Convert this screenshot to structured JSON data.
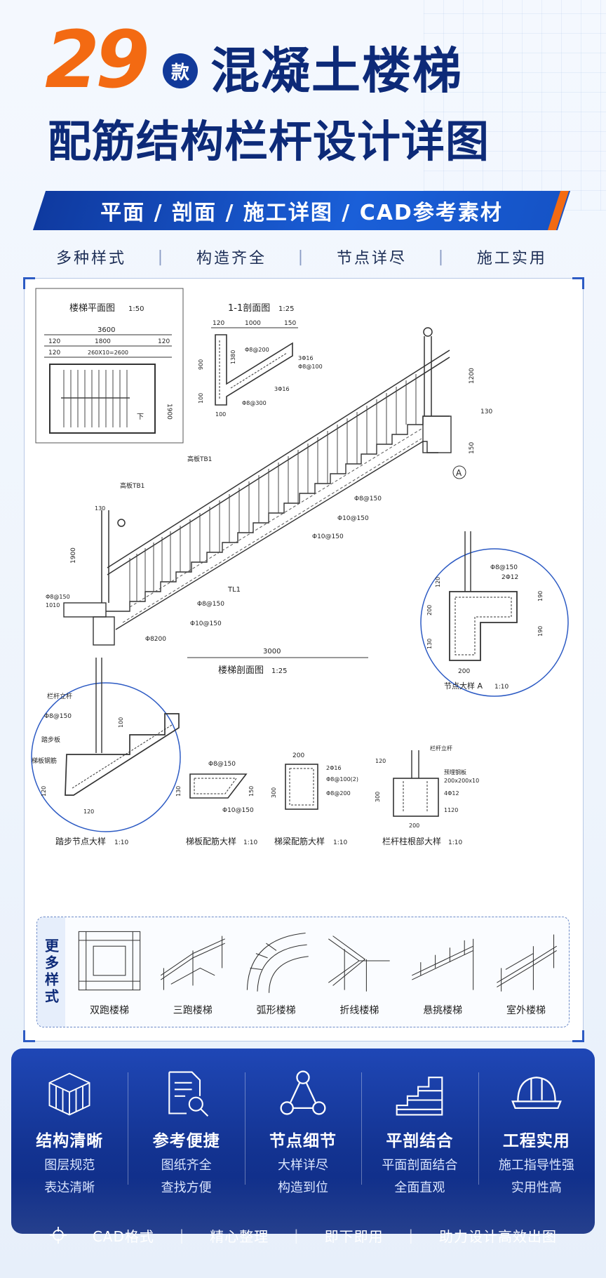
{
  "header": {
    "number": "29",
    "badge": "款",
    "title_line1": "混凝土楼梯",
    "title_line2": "配筋结构栏杆设计详图"
  },
  "banner": {
    "text": "平面 / 剖面 / 施工详图 / CAD参考素材"
  },
  "features": [
    "多种样式",
    "构造齐全",
    "节点详尽",
    "施工实用"
  ],
  "drawing": {
    "plan": {
      "title": "楼梯平面图",
      "scale": "1:50",
      "dims": [
        "3600",
        "120",
        "1800",
        "120",
        "120",
        "260X10=2600",
        "1900",
        "下"
      ]
    },
    "section11": {
      "title": "1-1剖面图",
      "scale": "1:25",
      "dims": [
        "120",
        "1000",
        "150",
        "Φ8@200",
        "3Φ16",
        "Φ8@100",
        "3Φ16",
        "Φ8@300",
        "900",
        "100",
        "100",
        "1380"
      ]
    },
    "main_section": {
      "title": "楼梯剖面图",
      "scale": "1:25",
      "labels": [
        "高板TB1",
        "高板TB1",
        "Φ8@150",
        "Φ10@150",
        "Φ10@150",
        "TL1",
        "Φ8@150",
        "Φ10@150",
        "Φ8200",
        "3000",
        "1200",
        "130",
        "150",
        "1900",
        "Φ8@150",
        "1010",
        "130"
      ]
    },
    "node_a": {
      "title": "节点大样 A",
      "scale": "1:10",
      "labels": [
        "Φ8@150",
        "2Φ12",
        "120",
        "200",
        "130",
        "190",
        "190",
        "200"
      ]
    },
    "tread_node": {
      "title": "踏步节点大样",
      "scale": "1:10",
      "labels": [
        "栏杆立杆",
        "Φ8@150",
        "踏步板",
        "梯板钢筋",
        "100",
        "120",
        "120"
      ]
    },
    "slab_detail": {
      "title": "梯板配筋大样",
      "scale": "1:10",
      "labels": [
        "Φ8@150",
        "130",
        "150",
        "Φ10@150"
      ]
    },
    "beam_detail": {
      "title": "梯梁配筋大样",
      "scale": "1:10",
      "labels": [
        "200",
        "2Φ16",
        "Φ8@100(2)",
        "Φ8@200",
        "300"
      ]
    },
    "post_detail": {
      "title": "栏杆柱根部大样",
      "scale": "1:10",
      "labels": [
        "栏杆立杆",
        "120",
        "预埋钢板",
        "200x200x10",
        "4Φ12",
        "300",
        "1120",
        "200"
      ]
    },
    "axis_label": "A"
  },
  "more_styles": {
    "tag": "更多样式",
    "items": [
      "双跑楼梯",
      "三跑楼梯",
      "弧形楼梯",
      "折线楼梯",
      "悬挑楼梯",
      "室外楼梯"
    ]
  },
  "bottom_features": [
    {
      "icon": "cube-grid-icon",
      "title": "结构清晰",
      "line1": "图层规范",
      "line2": "表达清晰"
    },
    {
      "icon": "document-search-icon",
      "title": "参考便捷",
      "line1": "图纸齐全",
      "line2": "查找方便"
    },
    {
      "icon": "node-network-icon",
      "title": "节点细节",
      "line1": "大样详尽",
      "line2": "构造到位"
    },
    {
      "icon": "stairs-icon",
      "title": "平剖结合",
      "line1": "平面剖面结合",
      "line2": "全面直观"
    },
    {
      "icon": "hard-hat-icon",
      "title": "工程实用",
      "line1": "施工指导性强",
      "line2": "实用性高"
    }
  ],
  "footer": [
    "CAD格式",
    "精心整理",
    "即下即用",
    "助力设计高效出图"
  ],
  "colors": {
    "accent": "#f36a12",
    "navy": "#0d2a78",
    "blue": "#1a5fd8"
  }
}
